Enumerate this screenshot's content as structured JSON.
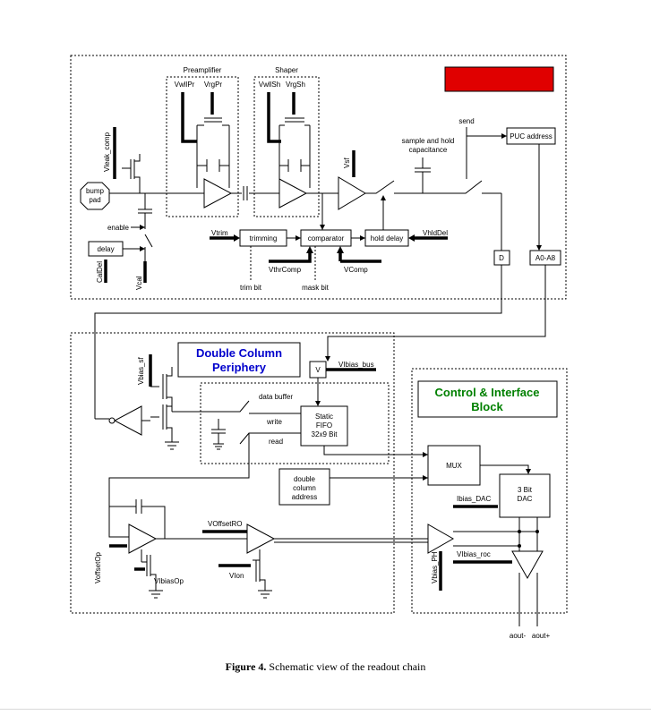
{
  "figure": {
    "caption_label": "Figure 4.",
    "caption_text": "Schematic view of the readout chain"
  },
  "colors": {
    "pixel_unit_cell": "#e00000",
    "double_column": "#0000cc",
    "control_block": "#008000"
  },
  "pixel_unit_cell": {
    "title": "Pixel Unit Cell",
    "preamplifier": "Preamplifier",
    "shaper": "Shaper",
    "vwllpr": "VwllPr",
    "vrgpr": "VrgPr",
    "vwllsh": "VwllSh",
    "vrgsh": "VrgSh",
    "vleak_comp": "Vleak_comp",
    "bump_pad_1": "bump",
    "bump_pad_2": "pad",
    "enable": "enable",
    "delay": "delay",
    "caldel": "CalDel",
    "vcal": "Vcal",
    "vsf": "Vsf",
    "sample_hold_1": "sample and hold",
    "sample_hold_2": "capacitance",
    "send": "send",
    "puc_address": "PUC address",
    "vtrim": "Vtrim",
    "trimming": "trimming",
    "comparator": "comparator",
    "hold_delay": "hold delay",
    "vhlddel": "VhldDel",
    "vthrcomp": "VthrComp",
    "vcomp": "VComp",
    "trim_bit": "trim bit",
    "mask_bit": "mask bit",
    "d": "D",
    "a0_a8": "A0-A8"
  },
  "double_column": {
    "title_line1": "Double Column",
    "title_line2": "Periphery",
    "vbias_sf": "Vbias_sf",
    "v": "V",
    "vibias_bus": "VIbias_bus",
    "data_buffer": "data buffer",
    "write": "write",
    "read": "read",
    "fifo_1": "Static",
    "fifo_2": "FIFO",
    "fifo_3": "32x9 Bit",
    "dca_1": "double",
    "dca_2": "column",
    "dca_3": "address",
    "voffsetro": "VOffsetRO",
    "voffsetop": "VoffsetOp",
    "vibiasop": "VIbiasOp",
    "vion": "VIon"
  },
  "control_block": {
    "title_line1": "Control & Interface",
    "title_line2": "Block",
    "mux": "MUX",
    "ibias_dac": "Ibias_DAC",
    "dac_1": "3 Bit",
    "dac_2": "DAC",
    "vbias_ph": "Vbias_PH",
    "vibias_roc": "VIbias_roc",
    "aout_minus": "aout-",
    "aout_plus": "aout+"
  }
}
